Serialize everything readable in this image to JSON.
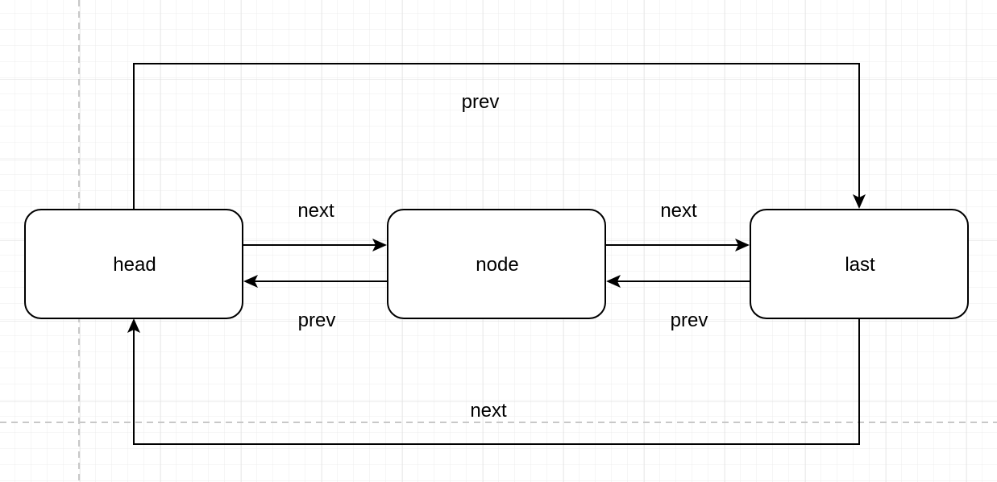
{
  "diagram": {
    "nodes": [
      {
        "id": "head",
        "label": "head"
      },
      {
        "id": "node",
        "label": "node"
      },
      {
        "id": "last",
        "label": "last"
      }
    ],
    "edges": [
      {
        "id": "head-next",
        "from": "head",
        "to": "node",
        "label": "next"
      },
      {
        "id": "node-prev",
        "from": "node",
        "to": "head",
        "label": "prev"
      },
      {
        "id": "node-next",
        "from": "node",
        "to": "last",
        "label": "next"
      },
      {
        "id": "last-prev",
        "from": "last",
        "to": "node",
        "label": "prev"
      },
      {
        "id": "head-prev-last",
        "from": "head",
        "to": "last",
        "label": "prev"
      },
      {
        "id": "last-next-head",
        "from": "last",
        "to": "head",
        "label": "next"
      }
    ]
  },
  "colors": {
    "stroke": "#000000",
    "grid": "#e6e6e6",
    "guide": "#c8c8c8"
  }
}
